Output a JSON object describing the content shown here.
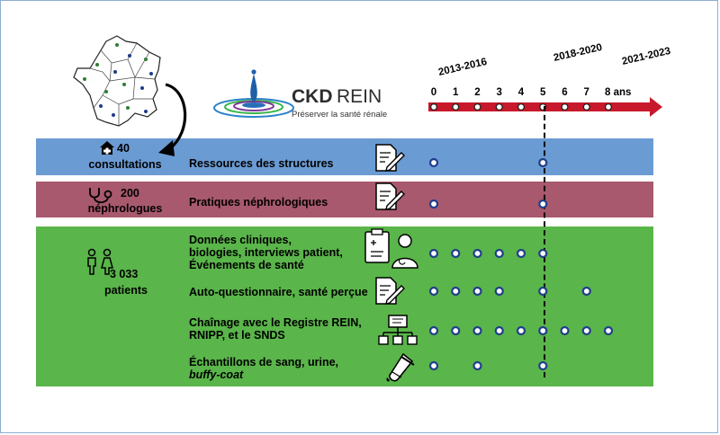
{
  "logo": {
    "brand_bold": "CKD",
    "brand_light": "REIN",
    "tagline": "Préserver la santé rénale"
  },
  "timeline": {
    "periods": [
      "2013-2016",
      "2018-2020",
      "2021-2023"
    ],
    "ticks": [
      "0",
      "1",
      "2",
      "3",
      "4",
      "5",
      "6",
      "7",
      "8 ans"
    ],
    "milestone_year": 5
  },
  "groups": [
    {
      "id": "consultations",
      "count": "40",
      "label": "consultations",
      "color": "#6b9bd3"
    },
    {
      "id": "nephrologues",
      "count": "200",
      "label": "néphrologues",
      "color": "#a8596e"
    },
    {
      "id": "patients",
      "count": "3 033",
      "label": "patients",
      "color": "#5ab54a"
    }
  ],
  "rows": [
    {
      "id": "ressources",
      "label_lines": [
        "Ressources des structures"
      ],
      "icon": "document-pen-icon",
      "years": [
        0,
        5
      ]
    },
    {
      "id": "pratiques",
      "label_lines": [
        "Pratiques néphrologiques"
      ],
      "icon": "document-pen-icon",
      "years": [
        0,
        5
      ]
    },
    {
      "id": "donnees",
      "label_lines": [
        "Données cliniques,",
        "biologies, interviews patient,",
        "Événements de santé"
      ],
      "icon": "clinician-chart-icon",
      "years": [
        0,
        1,
        2,
        3,
        4,
        5
      ]
    },
    {
      "id": "autoq",
      "label_lines": [
        "Auto-questionnaire, santé perçue"
      ],
      "icon": "document-pen-icon",
      "years": [
        0,
        1,
        2,
        3,
        5,
        7
      ]
    },
    {
      "id": "chainage",
      "label_lines": [
        "Chaînage avec le Registre REIN,",
        "RNIPP, et le SNDS"
      ],
      "icon": "network-icon",
      "years": [
        0,
        1,
        2,
        3,
        4,
        5,
        6,
        7,
        8
      ]
    },
    {
      "id": "echantillons",
      "label_lines": [
        "Échantillons de sang, urine,",
        "buffy-coat"
      ],
      "icon": "test-tube-icon",
      "years": [
        0,
        2,
        5
      ]
    }
  ]
}
